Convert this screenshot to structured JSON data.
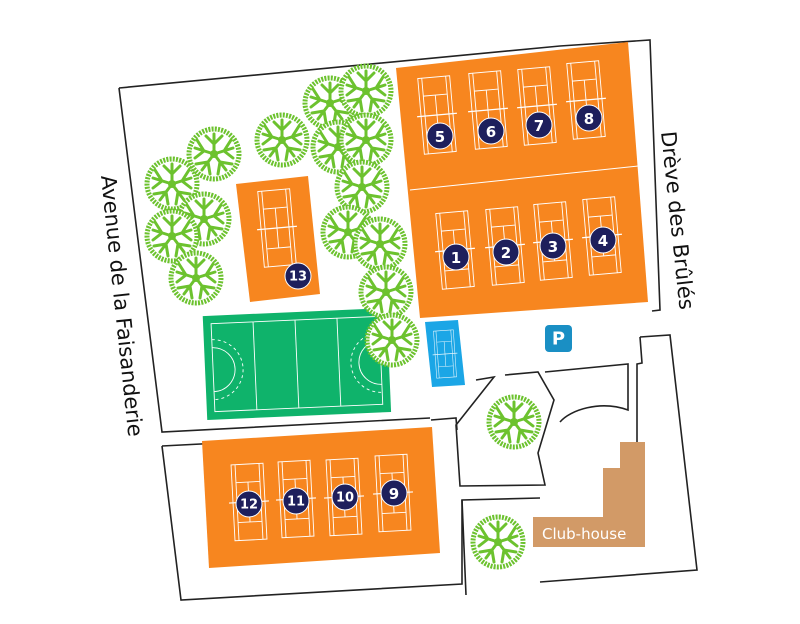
{
  "map": {
    "colors": {
      "clay": "#f7861f",
      "hockey": "#0fb36b",
      "hard_court": "#1ba6e6",
      "tree": "#6cc22e",
      "badge": "#1e1f5c",
      "clubhouse": "#d29a67",
      "parking": "#1a8fc4",
      "outline": "#222222"
    },
    "streets": {
      "west": "Avenue de la Faisanderie",
      "east": "Drève des Brûlés"
    },
    "courts": [
      {
        "number": "1"
      },
      {
        "number": "2"
      },
      {
        "number": "3"
      },
      {
        "number": "4"
      },
      {
        "number": "5"
      },
      {
        "number": "6"
      },
      {
        "number": "7"
      },
      {
        "number": "8"
      },
      {
        "number": "9"
      },
      {
        "number": "10"
      },
      {
        "number": "11"
      },
      {
        "number": "12"
      },
      {
        "number": "13"
      }
    ],
    "parking": {
      "label": "P"
    },
    "clubhouse": {
      "label": "Club-house"
    }
  }
}
